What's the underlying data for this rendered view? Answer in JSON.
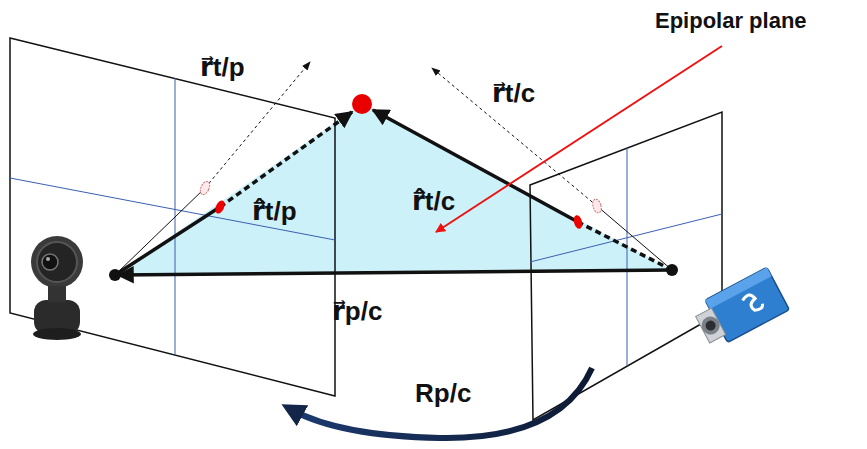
{
  "diagram": {
    "labels": [
      "Epipolar plane",
      "r⃗t/p",
      "r⃗t/c",
      "r⃗̂t/p",
      "r⃗̂t/c",
      "r⃗p/c",
      "Rp/c"
    ]
  }
}
